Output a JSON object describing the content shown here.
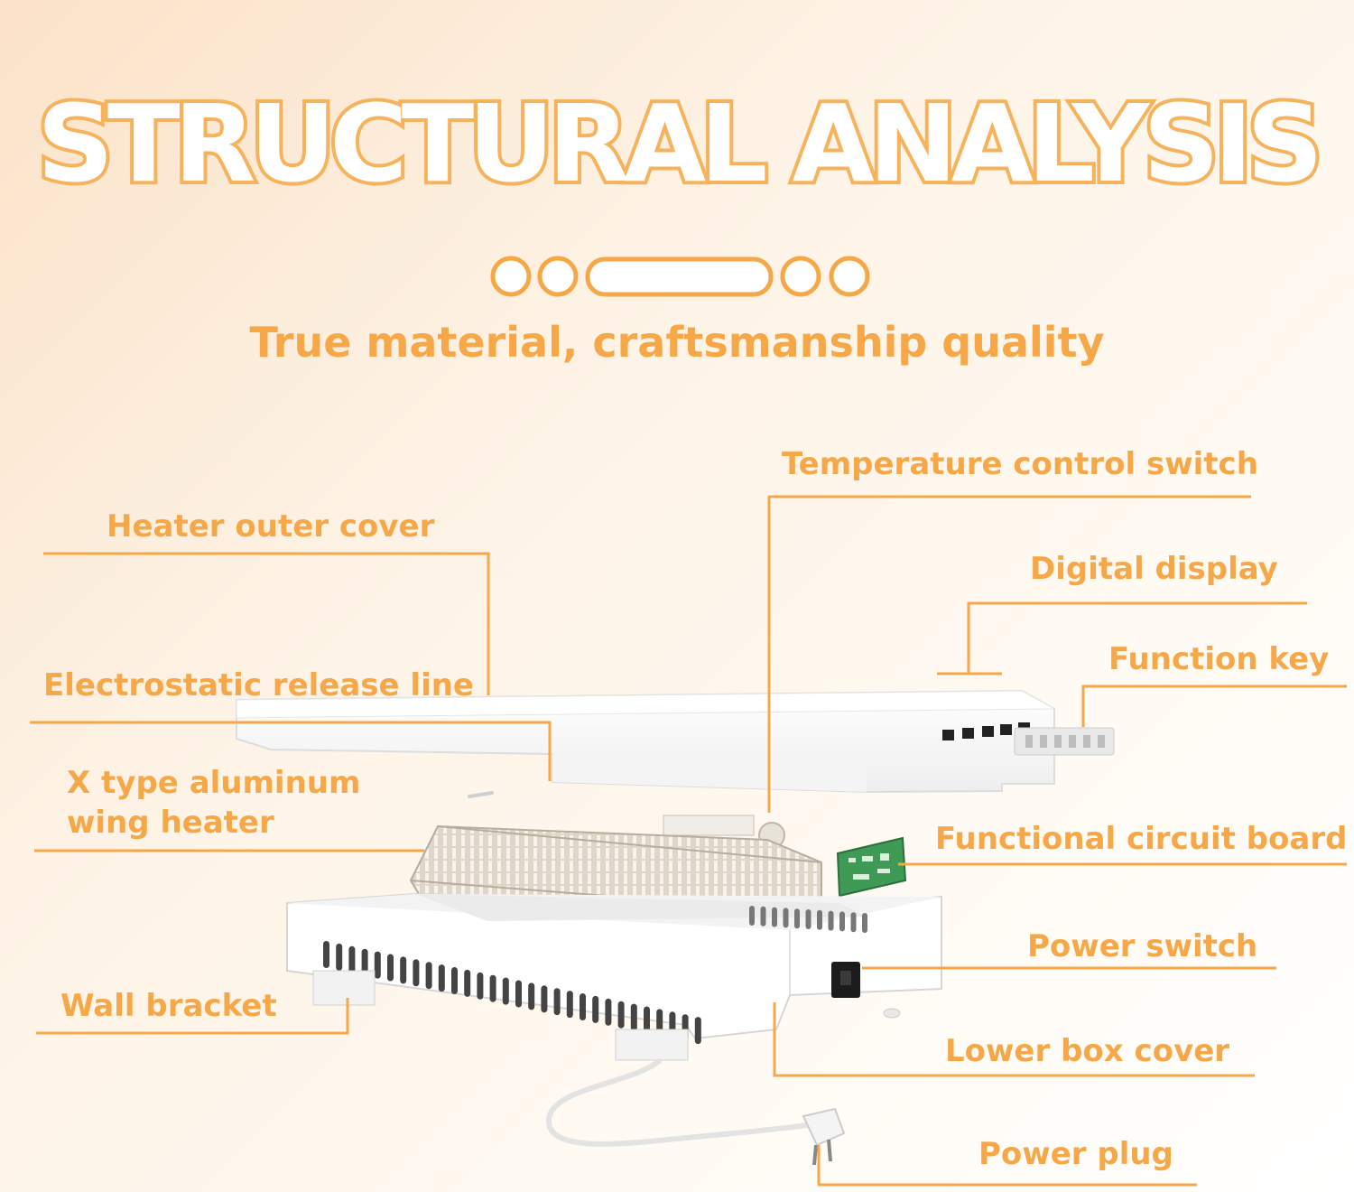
{
  "title": "STRUCTURAL ANALYSIS",
  "subtitle": "True material, craftsmanship quality",
  "colors": {
    "accent": "#f6a849",
    "title_stroke": "#f7b25c",
    "background": "#fdf2e4"
  },
  "labels": {
    "heater_outer_cover": "Heater outer cover",
    "electrostatic_release_line": "Electrostatic release line",
    "x_type_heater_line1": "X type aluminum",
    "x_type_heater_line2": "wing heater",
    "wall_bracket": "Wall bracket",
    "temperature_control_switch": "Temperature control switch",
    "digital_display": "Digital display",
    "function_key": "Function key",
    "functional_circuit_board": "Functional circuit board",
    "power_switch": "Power switch",
    "lower_box_cover": "Lower box cover",
    "power_plug": "Power plug"
  }
}
